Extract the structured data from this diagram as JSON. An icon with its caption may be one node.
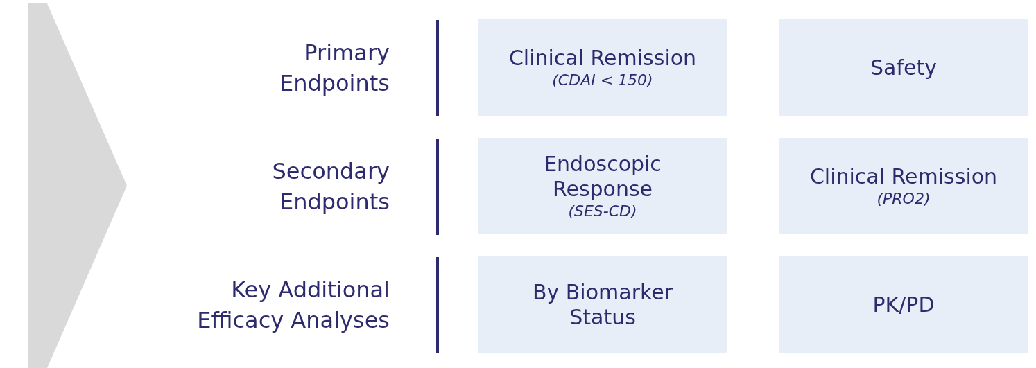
{
  "diagram": {
    "nodes": [
      {
        "text": [],
        "shape": "chevron"
      },
      {
        "text": [
          "Clinical Remission",
          "(CDAI < 150)"
        ]
      },
      {
        "text": [
          "Safety"
        ]
      },
      {
        "text": [
          "Endoscopic Response",
          "(SES-CD)"
        ]
      },
      {
        "text": [
          "Clinical Remission",
          "(PRO2)"
        ]
      },
      {
        "text": [
          "By Biomarker Status"
        ]
      },
      {
        "text": [
          "PK/PD"
        ]
      }
    ],
    "labels": [
      "Primary Endpoints",
      "Secondary Endpoints",
      "Key Additional Efficacy Analyses"
    ]
  }
}
